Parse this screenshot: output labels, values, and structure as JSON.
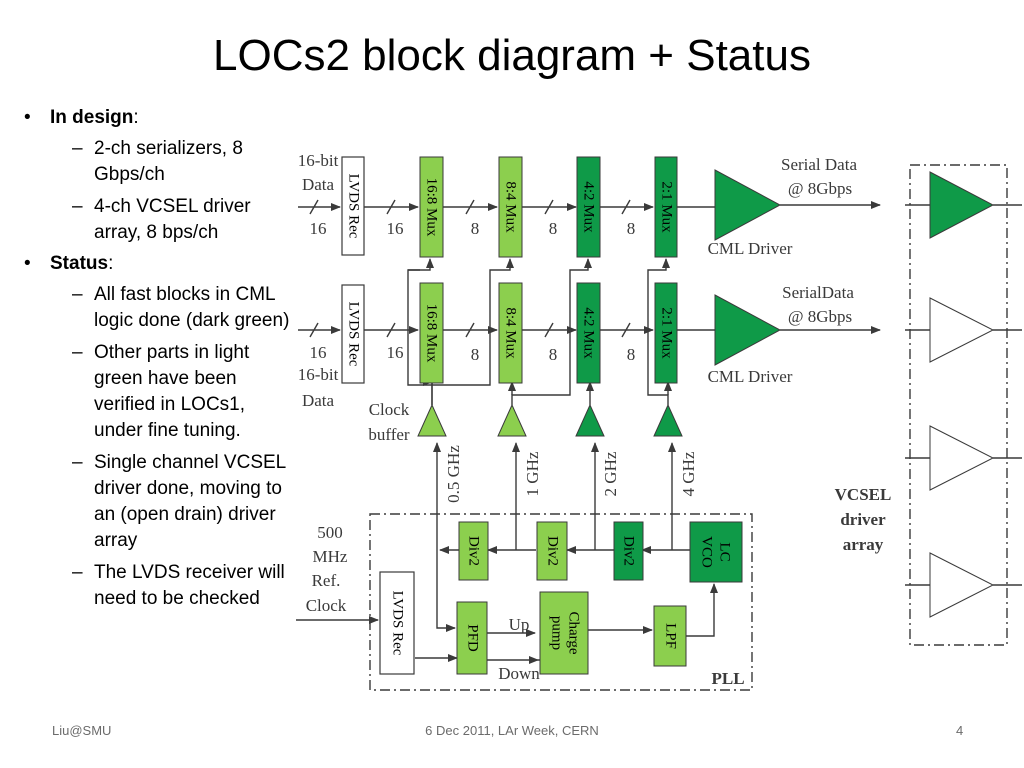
{
  "title": "LOCs2 block diagram + Status",
  "bullets": {
    "in_design": {
      "label": "In design",
      "sub": [
        "2-ch serializers, 8 Gbps/ch",
        "4-ch VCSEL driver array, 8 bps/ch"
      ]
    },
    "status": {
      "label": "Status",
      "sub": [
        "All fast blocks in CML logic done (dark green)",
        "Other parts in light green have been verified in LOCs1, under fine tuning.",
        "Single channel VCSEL driver done, moving to an (open drain) driver array",
        "The LVDS receiver will need to be checked"
      ]
    }
  },
  "diagram": {
    "input_top": [
      "16-bit",
      "Data"
    ],
    "input_bottom": [
      "16-bit",
      "Data"
    ],
    "lvds_rec": "LVDS Rec",
    "bus16": "16",
    "bus8": "8",
    "mux": [
      "16:8 Mux",
      "8:4 Mux",
      "4:2 Mux",
      "2:1 Mux"
    ],
    "serial_top": [
      "Serial Data",
      "@ 8Gbps"
    ],
    "serial_bottom": [
      "SerialData",
      "@ 8Gbps"
    ],
    "cml_driver": "CML Driver",
    "clock_buffer": [
      "Clock",
      "buffer"
    ],
    "clocks": [
      "0.5 GHz",
      "1 GHz",
      "2 GHz",
      "4 GHz"
    ],
    "ref_clock": [
      "500",
      "MHz",
      "Ref.",
      "Clock"
    ],
    "div2": "Div2",
    "lc_vco": [
      "LC",
      "VCO"
    ],
    "pfd": "PFD",
    "charge_pump": [
      "Charge",
      "pump"
    ],
    "lpf": "LPF",
    "up": "Up",
    "down": "Down",
    "pll": "PLL",
    "vcsel": [
      "VCSEL",
      "driver",
      "array"
    ]
  },
  "colors": {
    "dark_green": "#0f9a48",
    "light_green": "#8ccf4e",
    "ink": "#3a3a3a"
  },
  "footer": {
    "left": "Liu@SMU",
    "center": "6 Dec 2011, LAr Week, CERN",
    "page": "4"
  }
}
